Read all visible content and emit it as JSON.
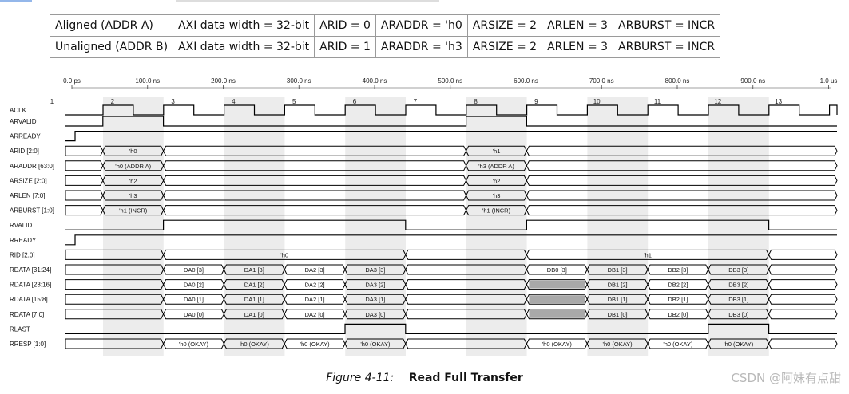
{
  "info_table": {
    "rows": [
      [
        "Aligned (ADDR A)",
        "AXI data width = 32-bit",
        "ARID = 0",
        "ARADDR = 'h0",
        "ARSIZE = 2",
        "ARLEN = 3",
        "ARBURST = INCR"
      ],
      [
        "Unaligned (ADDR B)",
        "AXI data width = 32-bit",
        "ARID = 1",
        "ARADDR = 'h3",
        "ARSIZE = 2",
        "ARLEN = 3",
        "ARBURST = INCR"
      ]
    ]
  },
  "waveform": {
    "time_labels": [
      "0.0 ps",
      "100.0 ns",
      "200.0 ns",
      "300.0 ns",
      "400.0 ns",
      "500.0 ns",
      "600.0 ns",
      "700.0 ns",
      "800.0 ns",
      "900.0 ns",
      "1.0 us"
    ],
    "cycle_numbers": [
      "1",
      "2",
      "3",
      "4",
      "5",
      "6",
      "7",
      "8",
      "9",
      "10",
      "11",
      "12",
      "13"
    ],
    "signals": [
      {
        "name": "ACLK",
        "type": "clock"
      },
      {
        "name": "ARVALID",
        "type": "bit",
        "levels": [
          0,
          1,
          0,
          0,
          0,
          0,
          0,
          1,
          0,
          0,
          0,
          0,
          0,
          0
        ]
      },
      {
        "name": "ARREADY",
        "type": "bit",
        "levels": [
          1,
          1,
          1,
          1,
          1,
          1,
          1,
          1,
          1,
          1,
          1,
          1,
          1,
          1
        ],
        "initial_low_until_cycle": 0.2
      },
      {
        "name": "ARID [2:0]",
        "type": "bus",
        "segments": [
          {
            "c": 1,
            "t": "'h0"
          },
          {
            "c": 7,
            "t": "'h1"
          }
        ]
      },
      {
        "name": "ARADDR [63:0]",
        "type": "bus",
        "segments": [
          {
            "c": 1,
            "t": "'h0 (ADDR A)"
          },
          {
            "c": 7,
            "t": "'h3 (ADDR A)"
          }
        ]
      },
      {
        "name": "ARSIZE [2:0]",
        "type": "bus",
        "segments": [
          {
            "c": 1,
            "t": "'h2"
          },
          {
            "c": 7,
            "t": "'h2"
          }
        ]
      },
      {
        "name": "ARLEN [7:0]",
        "type": "bus",
        "segments": [
          {
            "c": 1,
            "t": "'h3"
          },
          {
            "c": 7,
            "t": "'h3"
          }
        ]
      },
      {
        "name": "ARBURST [1:0]",
        "type": "bus",
        "segments": [
          {
            "c": 1,
            "t": "'h1 (INCR)"
          },
          {
            "c": 7,
            "t": "'h1 (INCR)"
          }
        ]
      },
      {
        "name": "RVALID",
        "type": "bit",
        "levels": [
          0,
          0,
          1,
          1,
          1,
          1,
          0,
          0,
          1,
          1,
          1,
          1,
          0,
          0
        ]
      },
      {
        "name": "RREADY",
        "type": "bit",
        "levels": [
          1,
          1,
          1,
          1,
          1,
          1,
          1,
          1,
          1,
          1,
          1,
          1,
          1,
          1
        ],
        "initial_low_until_cycle": 0.2
      },
      {
        "name": "RID [2:0]",
        "type": "bus",
        "segments": [
          {
            "c": 2,
            "len": 4,
            "t": "'h0"
          },
          {
            "c": 8,
            "len": 4,
            "t": "'h1"
          }
        ]
      },
      {
        "name": "RDATA [31:24]",
        "type": "bus",
        "segments": [
          {
            "c": 2,
            "t": "DA0 [3]"
          },
          {
            "c": 3,
            "t": "DA1 [3]"
          },
          {
            "c": 4,
            "t": "DA2 [3]"
          },
          {
            "c": 5,
            "t": "DA3 [3]"
          },
          {
            "c": 8,
            "t": "DB0 [3]"
          },
          {
            "c": 9,
            "t": "DB1 [3]"
          },
          {
            "c": 10,
            "t": "DB2 [3]"
          },
          {
            "c": 11,
            "t": "DB3 [3]"
          }
        ]
      },
      {
        "name": "RDATA [23:16]",
        "type": "bus",
        "segments": [
          {
            "c": 2,
            "t": "DA0 [2]"
          },
          {
            "c": 3,
            "t": "DA1 [2]"
          },
          {
            "c": 4,
            "t": "DA2 [2]"
          },
          {
            "c": 5,
            "t": "DA3 [2]"
          },
          {
            "c": 8,
            "t": "",
            "hatched": true
          },
          {
            "c": 9,
            "t": "DB1 [2]"
          },
          {
            "c": 10,
            "t": "DB2 [2]"
          },
          {
            "c": 11,
            "t": "DB3 [2]"
          }
        ]
      },
      {
        "name": "RDATA [15:8]",
        "type": "bus",
        "segments": [
          {
            "c": 2,
            "t": "DA0 [1]"
          },
          {
            "c": 3,
            "t": "DA1 [1]"
          },
          {
            "c": 4,
            "t": "DA2 [1]"
          },
          {
            "c": 5,
            "t": "DA3 [1]"
          },
          {
            "c": 8,
            "t": "",
            "hatched": true
          },
          {
            "c": 9,
            "t": "DB1 [1]"
          },
          {
            "c": 10,
            "t": "DB2 [1]"
          },
          {
            "c": 11,
            "t": "DB3 [1]"
          }
        ]
      },
      {
        "name": "RDATA [7:0]",
        "type": "bus",
        "segments": [
          {
            "c": 2,
            "t": "DA0 [0]"
          },
          {
            "c": 3,
            "t": "DA1 [0]"
          },
          {
            "c": 4,
            "t": "DA2 [0]"
          },
          {
            "c": 5,
            "t": "DA3 [0]"
          },
          {
            "c": 8,
            "t": "",
            "hatched": true
          },
          {
            "c": 9,
            "t": "DB1 [0]"
          },
          {
            "c": 10,
            "t": "DB2 [0]"
          },
          {
            "c": 11,
            "t": "DB3 [0]"
          }
        ]
      },
      {
        "name": "RLAST",
        "type": "bit",
        "levels": [
          0,
          0,
          0,
          0,
          0,
          1,
          0,
          0,
          0,
          0,
          0,
          1,
          0,
          0
        ]
      },
      {
        "name": "RRESP [1:0]",
        "type": "bus",
        "segments": [
          {
            "c": 2,
            "t": "'h0 (OKAY)"
          },
          {
            "c": 3,
            "t": "'h0 (OKAY)"
          },
          {
            "c": 4,
            "t": "'h0 (OKAY)"
          },
          {
            "c": 5,
            "t": "'h0 (OKAY)"
          },
          {
            "c": 8,
            "t": "'h0 (OKAY)"
          },
          {
            "c": 9,
            "t": "'h0 (OKAY)"
          },
          {
            "c": 10,
            "t": "'h0 (OKAY)"
          },
          {
            "c": 11,
            "t": "'h0 (OKAY)"
          }
        ]
      }
    ],
    "shaded_cycles": [
      2,
      4,
      6,
      8,
      10,
      12
    ]
  },
  "caption": {
    "figure": "Figure 4-11:",
    "title": "Read Full Transfer"
  },
  "watermark": "CSDN @阿姝有点甜"
}
